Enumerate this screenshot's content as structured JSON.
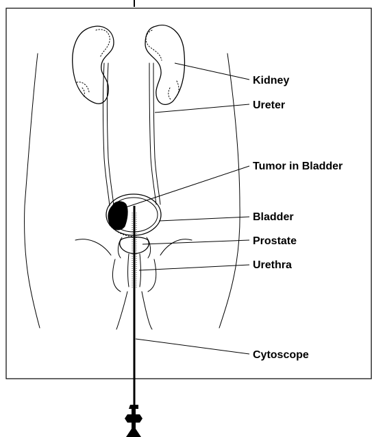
{
  "labels": {
    "kidney": "Kidney",
    "ureter": "Ureter",
    "tumor": "Tumor in Bladder",
    "bladder": "Bladder",
    "prostate": "Prostate",
    "urethra": "Urethra",
    "cytoscope": "Cytoscope"
  },
  "colors": {
    "line": "#000000",
    "background": "#ffffff"
  }
}
